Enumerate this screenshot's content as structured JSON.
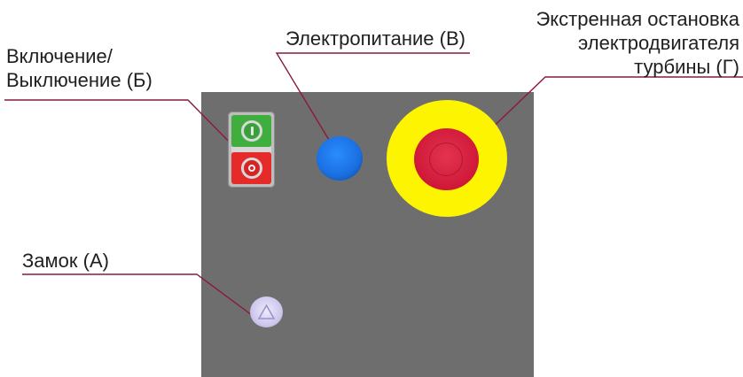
{
  "panel": {
    "color": "#6e6e6e"
  },
  "labels": {
    "power_supply": "Электропитание (В)",
    "on_off_line1": "Включение/",
    "on_off_line2": "Выключение (Б)",
    "emergency_line1": "Экстренная остановка",
    "emergency_line2": "электродвигателя",
    "emergency_line3": "турбины (Г)",
    "lock": "Замок (А)"
  },
  "colors": {
    "leader_line": "#8b1a3c",
    "switch_on": "#3fae3f",
    "switch_off": "#e52a2a",
    "power_light": "#1a6fe0",
    "estop_ring": "#fcf400",
    "estop_button": "#cf1838",
    "lock": "#cfc8ee"
  },
  "icons": {
    "switch_on": "power-on-icon",
    "switch_off": "power-off-icon",
    "lock": "triangle-key-icon"
  }
}
